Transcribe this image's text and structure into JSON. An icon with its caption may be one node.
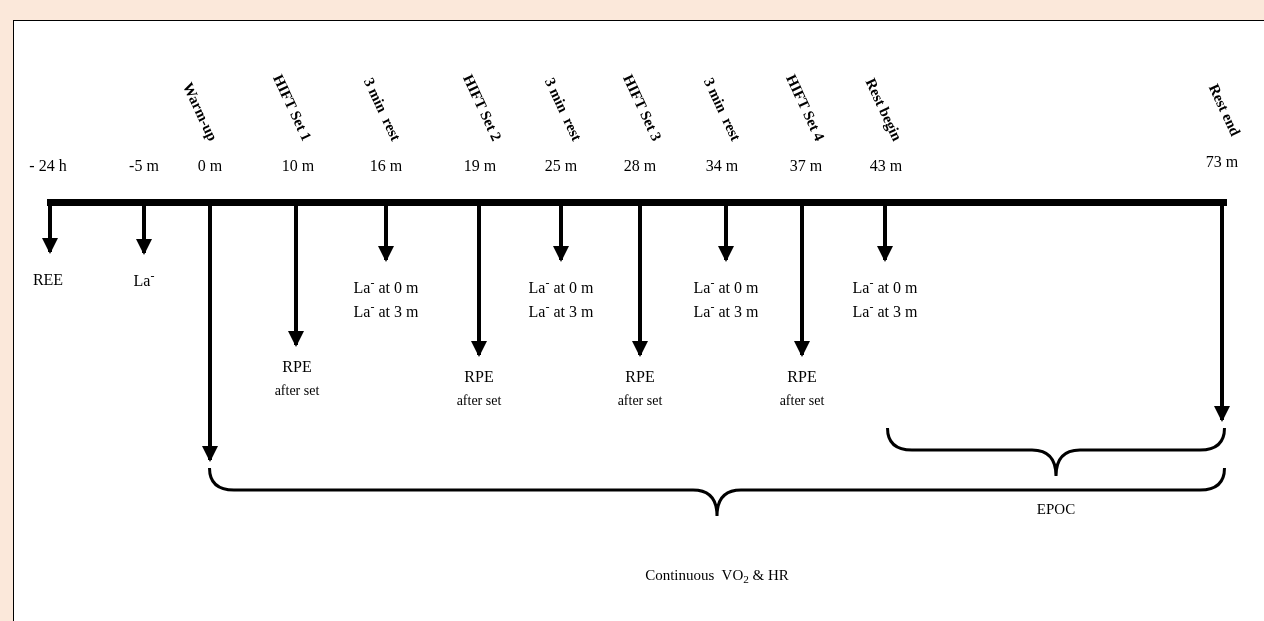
{
  "diagram": {
    "nodes": [
      {
        "text": [],
        "shape": "bar"
      },
      {
        "text": [
          "REE"
        ]
      },
      {
        "text": [
          "La$^{-}$"
        ]
      },
      {
        "text": [
          "La$^{-}$ at 0 m",
          "La$^{-}$ at 3 m"
        ]
      },
      {
        "text": [
          "La$^{-}$ at 0 m",
          "La$^{-}$ at 3 m"
        ]
      },
      {
        "text": [
          "La$^{-}$ at 0 m",
          "La$^{-}$ at 3 m"
        ]
      },
      {
        "text": [
          "La$^{-}$ at 0 m",
          "La$^{-}$ at 3 m"
        ]
      },
      {
        "text": [
          "RPE",
          "after set"
        ]
      },
      {
        "text": [
          "RPE",
          "after set"
        ]
      },
      {
        "text": [
          "RPE",
          "after set"
        ]
      },
      {
        "text": [
          "RPE",
          "after set"
        ]
      },
      {
        "text": [
          "EPOC"
        ]
      },
      {
        "text": [
          "Continuous  VO$_{2}$ & HR"
        ]
      }
    ],
    "edges": [
      {
        "from": 0,
        "to": 1,
        "arrow": "to"
      },
      {
        "from": 0,
        "to": 2,
        "arrow": "to"
      },
      {
        "from": 0,
        "to": 12,
        "arrow": "to"
      },
      {
        "from": 0,
        "to": 7,
        "arrow": "to"
      },
      {
        "from": 0,
        "to": 3,
        "arrow": "to"
      },
      {
        "from": 0,
        "to": 8,
        "arrow": "to"
      },
      {
        "from": 0,
        "to": 4,
        "arrow": "to"
      },
      {
        "from": 0,
        "to": 9,
        "arrow": "to"
      },
      {
        "from": 0,
        "to": 5,
        "arrow": "to"
      },
      {
        "from": 0,
        "to": 10,
        "arrow": "to"
      },
      {
        "from": 0,
        "to": 6,
        "arrow": "to"
      },
      {
        "from": 0,
        "to": 11,
        "arrow": "to"
      }
    ],
    "labels": [
      "Warm-up",
      "HIFT Set 1",
      "3 min  rest",
      "HIFT Set 2",
      "3 min  rest",
      "HIFT Set 3",
      "3 min  rest",
      "HIFT Set 4",
      "Rest begin",
      "Rest end",
      "- 24 h",
      "-5 m",
      "0 m",
      "10 m",
      "16 m",
      "19 m",
      "25 m",
      "28 m",
      "34 m",
      "37 m",
      "43 m",
      "73 m"
    ]
  }
}
